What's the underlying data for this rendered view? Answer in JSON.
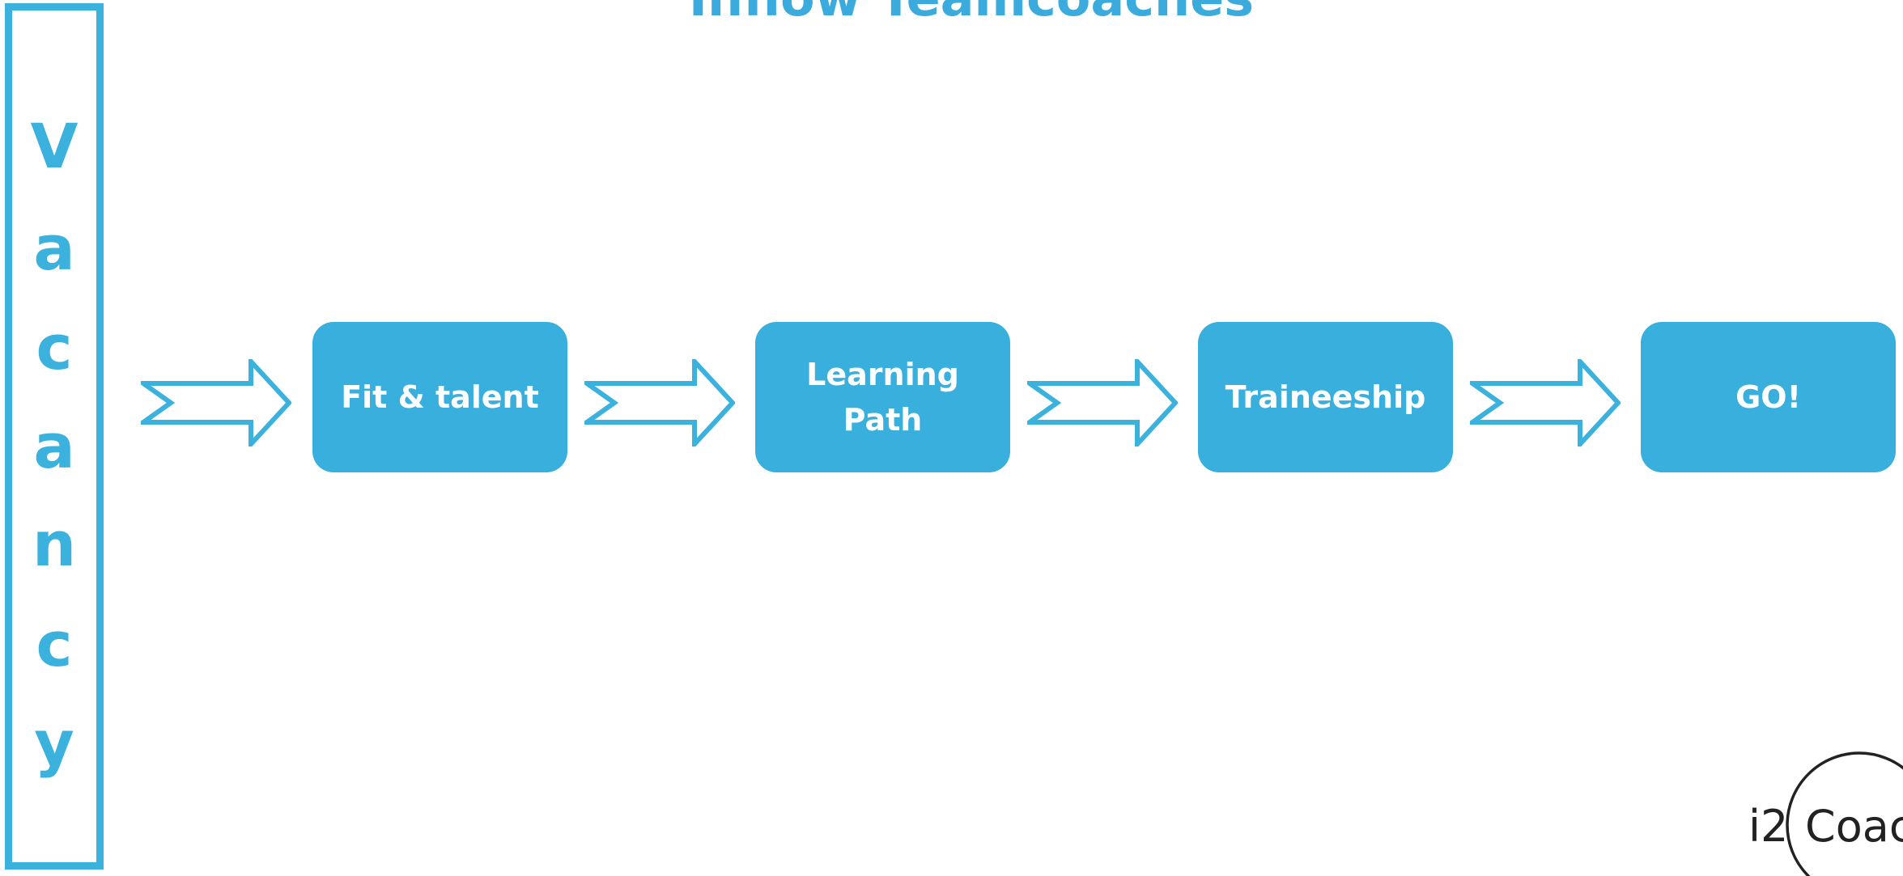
{
  "title": "Inflow Teamcoaches",
  "colors": {
    "accent": "#3bb1de",
    "title": "#3aabdc",
    "step_fill": "#38afdd",
    "step_text": "#ffffff",
    "logo": "#222222"
  },
  "vacancy_letters": [
    "V",
    "a",
    "c",
    "a",
    "n",
    "c",
    "y"
  ],
  "steps": [
    {
      "label": "Fit & talent"
    },
    {
      "label": "Learning Path"
    },
    {
      "label": "Traineeship"
    },
    {
      "label": "GO!"
    }
  ],
  "arrow_icon": "hollow-right-arrow",
  "logo": {
    "prefix": "i2",
    "word": "Coac"
  }
}
